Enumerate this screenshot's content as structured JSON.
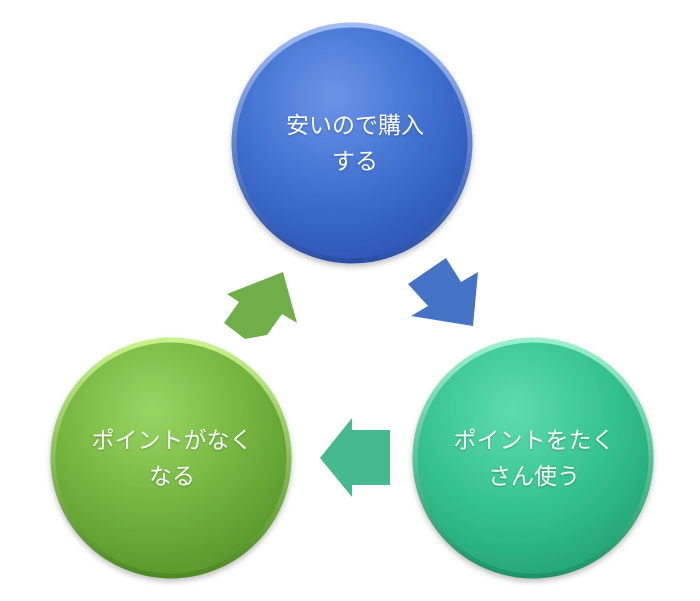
{
  "diagram": {
    "type": "cycle",
    "nodes": [
      {
        "id": "top",
        "lines": [
          "安いので購入",
          "する"
        ],
        "color": "#3e6fd0"
      },
      {
        "id": "right",
        "lines": [
          "ポイントをたく",
          "さん使う"
        ],
        "color": "#34c28f"
      },
      {
        "id": "left",
        "lines": [
          "ポイントがなく",
          "なる"
        ],
        "color": "#72b43e"
      }
    ],
    "arrows": [
      {
        "from": "top",
        "to": "right",
        "color": "#4472c4"
      },
      {
        "from": "right",
        "to": "left",
        "color": "#46b98f"
      },
      {
        "from": "left",
        "to": "top",
        "color": "#6fae49"
      }
    ]
  }
}
